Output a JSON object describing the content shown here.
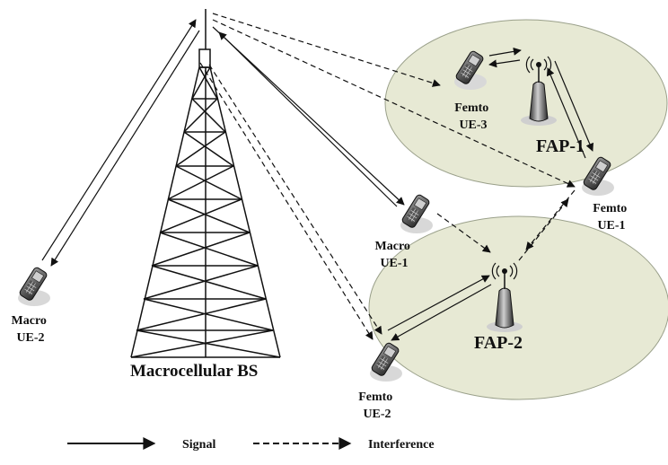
{
  "diagram": {
    "macro_bs_label": "Macrocellular BS",
    "fap1_label": "FAP-1",
    "fap2_label": "FAP-2",
    "ue_labels": {
      "macro_ue2": [
        "Macro",
        "UE-2"
      ],
      "macro_ue1": [
        "Macro",
        "UE-1"
      ],
      "femto_ue3": [
        "Femto",
        "UE-3"
      ],
      "femto_ue1": [
        "Femto",
        "UE-1"
      ],
      "femto_ue2": [
        "Femto",
        "UE-2"
      ]
    },
    "colors": {
      "femtocell_fill": "#e7e9d4",
      "femtocell_stroke": "#9aa08a",
      "line": "#111111"
    }
  },
  "legend": {
    "signal_label": "Signal",
    "interference_label": "Interference"
  }
}
